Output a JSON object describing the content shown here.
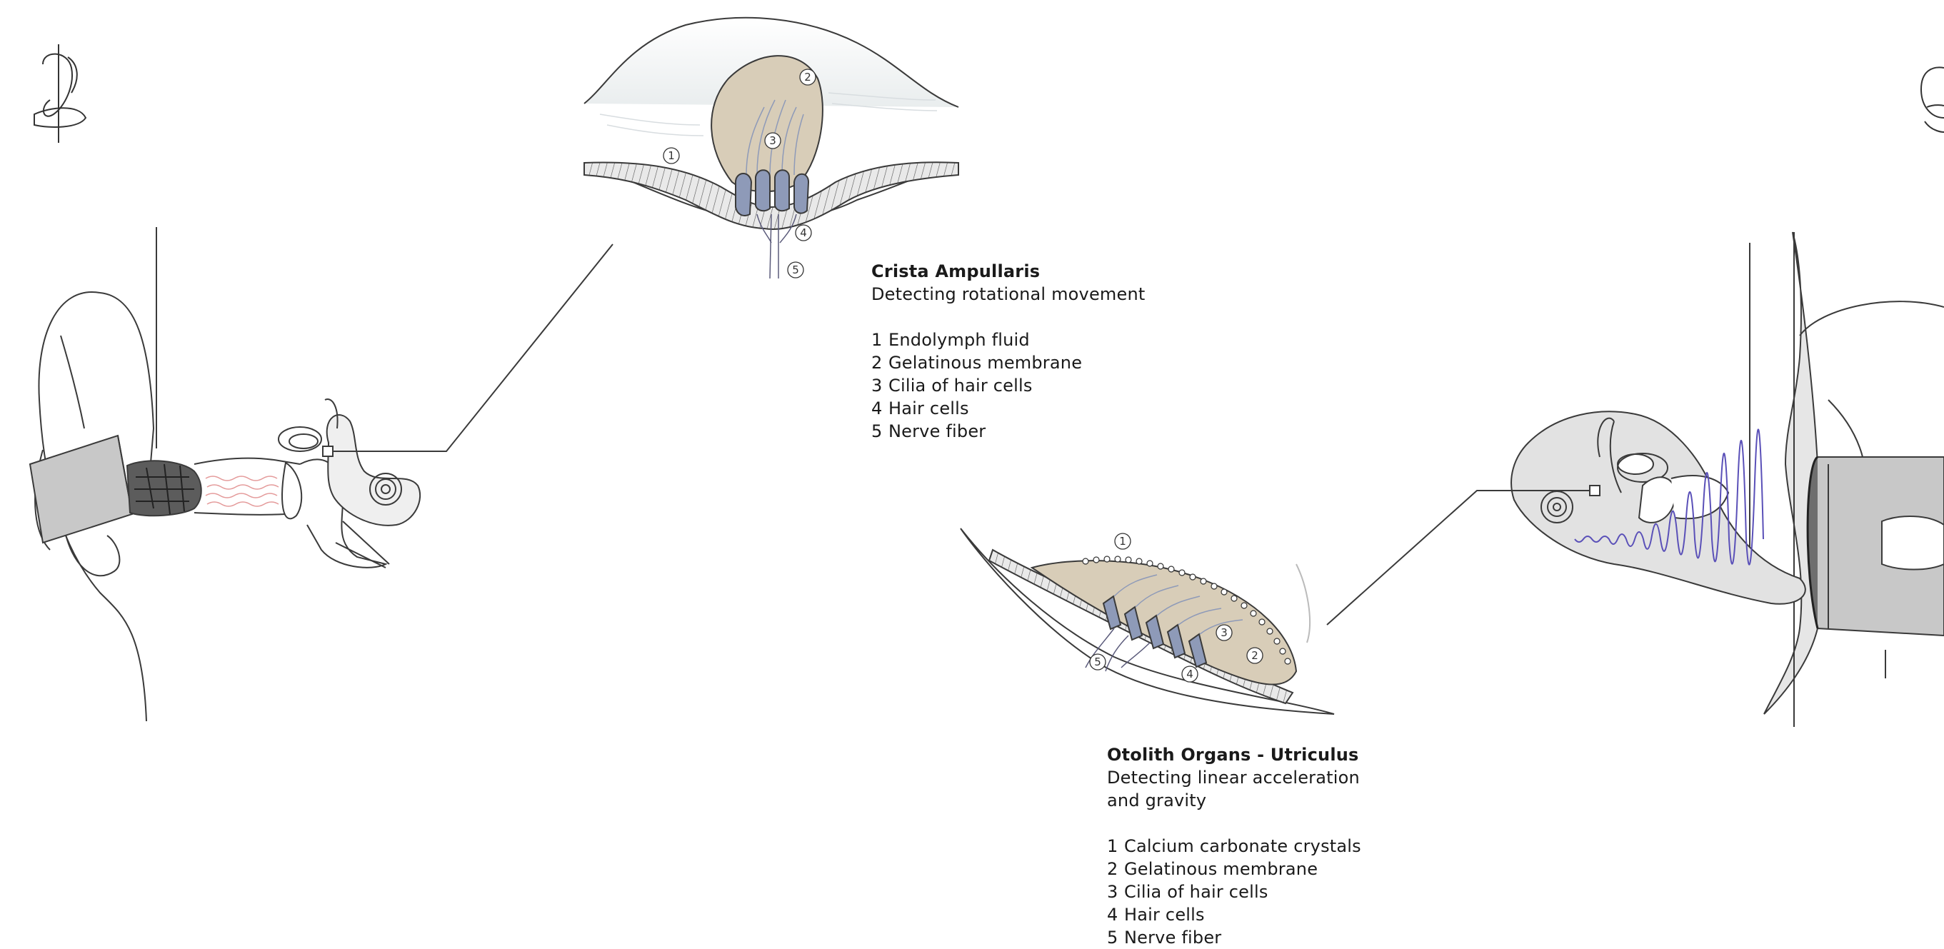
{
  "crista": {
    "title": "Crista Ampullaris",
    "subtitle": "Detecting rotational movement",
    "items": [
      {
        "num": "1",
        "label": "Endolymph fluid"
      },
      {
        "num": "2",
        "label": "Gelatinous membrane"
      },
      {
        "num": "3",
        "label": "Cilia of hair cells"
      },
      {
        "num": "4",
        "label": "Hair cells"
      },
      {
        "num": "5",
        "label": "Nerve fiber"
      }
    ],
    "markers": [
      "1",
      "2",
      "3",
      "4",
      "5"
    ]
  },
  "otolith": {
    "title": "Otolith Organs - Utriculus",
    "subtitle_line1": "Detecting linear acceleration",
    "subtitle_line2": "and gravity",
    "items": [
      {
        "num": "1",
        "label": "Calcium carbonate crystals"
      },
      {
        "num": "2",
        "label": "Gelatinous membrane"
      },
      {
        "num": "3",
        "label": "Cilia of hair cells"
      },
      {
        "num": "4",
        "label": "Hair cells"
      },
      {
        "num": "5",
        "label": "Nerve fiber"
      }
    ],
    "markers": [
      "1",
      "2",
      "3",
      "4",
      "5"
    ]
  },
  "colors": {
    "stroke": "#3a3a3a",
    "earpad": "#c8c8c8",
    "earpad_dark": "#6e6e6e",
    "membrane": "#d8cdb8",
    "hair_cell": "#8e9ab8",
    "fluid": "#eef1f2",
    "sound_wave_red": "#e49a9a",
    "sound_wave_blue": "#5a50b8",
    "ear_fill": "#e6e6e6"
  }
}
